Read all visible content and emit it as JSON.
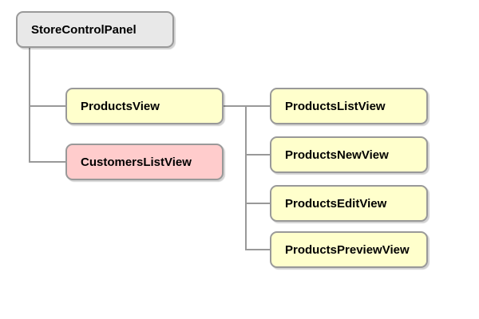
{
  "diagram": {
    "type": "hierarchy-tree",
    "nodes": [
      {
        "id": "store-control-panel",
        "label": "StoreControlPanel",
        "fill": "#e8e8e8"
      },
      {
        "id": "products-view",
        "label": "ProductsView",
        "fill": "#ffffcc"
      },
      {
        "id": "customers-list-view",
        "label": "CustomersListView",
        "fill": "#ffcccc"
      },
      {
        "id": "products-list-view",
        "label": "ProductsListView",
        "fill": "#ffffcc"
      },
      {
        "id": "products-new-view",
        "label": "ProductsNewView",
        "fill": "#ffffcc"
      },
      {
        "id": "products-edit-view",
        "label": "ProductsEditView",
        "fill": "#ffffcc"
      },
      {
        "id": "products-preview-view",
        "label": "ProductsPreviewView",
        "fill": "#ffffcc"
      }
    ],
    "edges": [
      {
        "from": "StoreControlPanel",
        "to": "ProductsView"
      },
      {
        "from": "StoreControlPanel",
        "to": "CustomersListView"
      },
      {
        "from": "ProductsView",
        "to": "ProductsListView"
      },
      {
        "from": "ProductsView",
        "to": "ProductsNewView"
      },
      {
        "from": "ProductsView",
        "to": "ProductsEditView"
      },
      {
        "from": "ProductsView",
        "to": "ProductsPreviewView"
      }
    ],
    "colors": {
      "background": "#ffffff",
      "node_border": "#999999",
      "connector": "#999999",
      "root_fill": "#e8e8e8",
      "default_fill": "#ffffcc",
      "highlight_fill": "#ffcccc",
      "text": "#000000"
    }
  }
}
